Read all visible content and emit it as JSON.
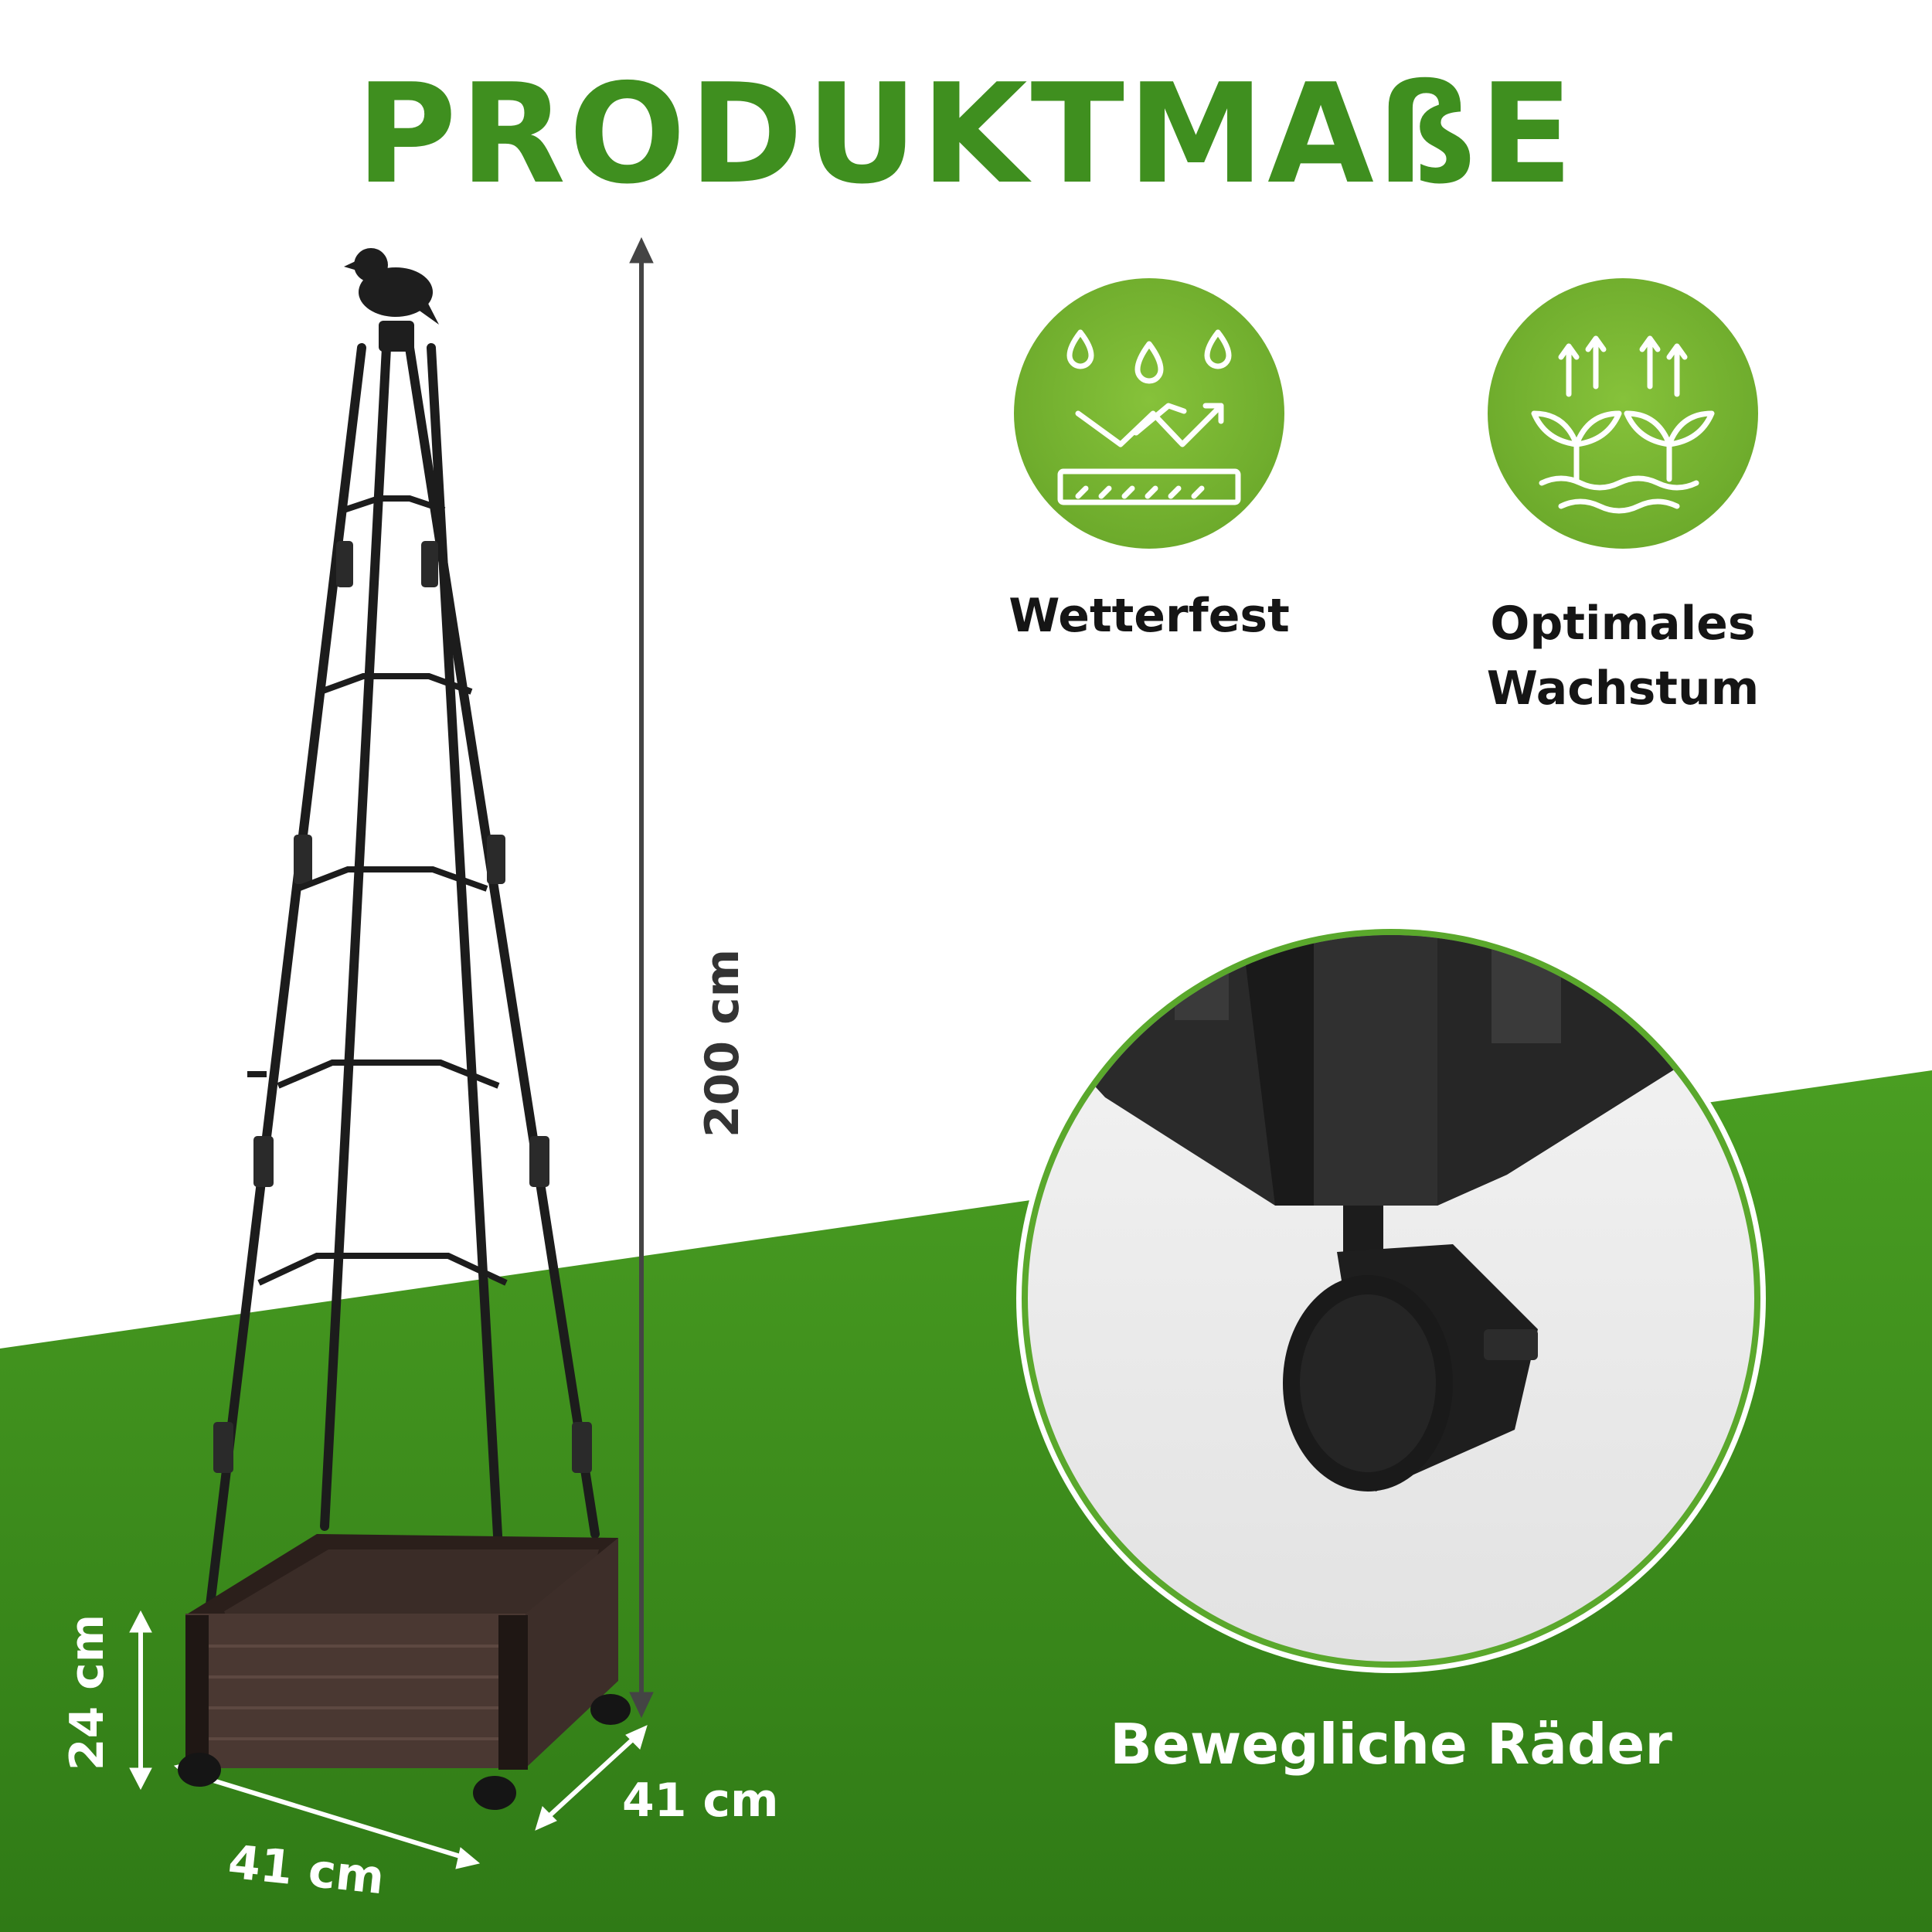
{
  "title": "PRODUKTMAßE",
  "features": [
    {
      "label": "Wetterfest",
      "icon": "weather-resistant-icon"
    },
    {
      "label_line1": "Optimales",
      "label_line2": "Wachstum",
      "icon": "plant-growth-icon"
    }
  ],
  "dimensions": {
    "height": "200 cm",
    "box_height": "24 cm",
    "width": "41 cm",
    "depth": "41 cm"
  },
  "detail": {
    "label": "Bewegliche Räder",
    "icon": "caster-wheel-icon"
  },
  "colors": {
    "brand_green": "#3f8f1f",
    "icon_green": "#7cb82f",
    "background_green": "#3e8a1e",
    "dark_text": "#151515",
    "white": "#ffffff"
  }
}
